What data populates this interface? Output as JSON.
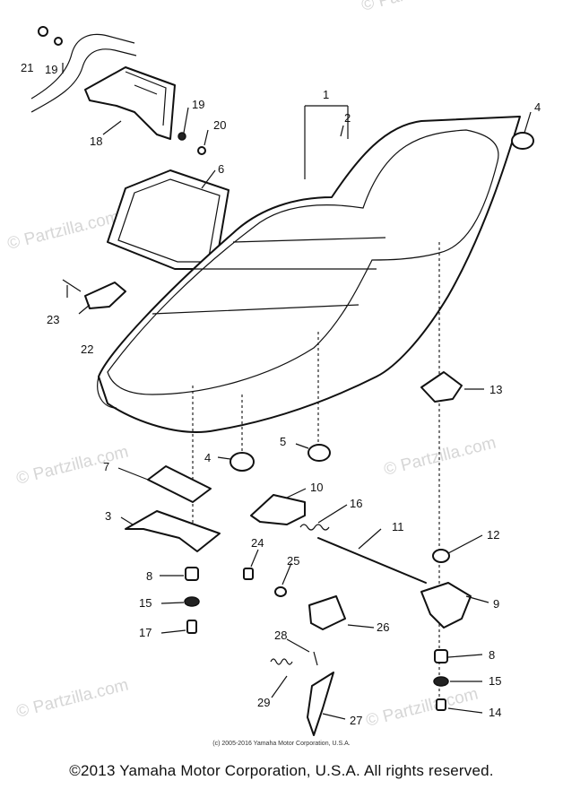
{
  "watermarks": [
    {
      "text": "© Partzilla.com"
    },
    {
      "text": "© Partzilla.com"
    },
    {
      "text": "© Partzilla.com"
    },
    {
      "text": "© Partzilla.com"
    },
    {
      "text": "© Partzilla.com"
    },
    {
      "text": "© Partzilla.com"
    }
  ],
  "callouts": {
    "c1": "1",
    "c2": "2",
    "c3": "3",
    "c4a": "4",
    "c4b": "4",
    "c5": "5",
    "c6": "6",
    "c7": "7",
    "c8a": "8",
    "c8b": "8",
    "c9": "9",
    "c10": "10",
    "c11": "11",
    "c12": "12",
    "c13": "13",
    "c14": "14",
    "c15a": "15",
    "c15b": "15",
    "c16": "16",
    "c17": "17",
    "c18": "18",
    "c19a": "19",
    "c19b": "19",
    "c20": "20",
    "c21": "21",
    "c22": "22",
    "c23": "23",
    "c24": "24",
    "c25": "25",
    "c26": "26",
    "c27": "27",
    "c28": "28",
    "c29": "29"
  },
  "small_copyright": "(c) 2005-2016 Yamaha Motor Corporation, U.S.A.",
  "footer_copyright": "©2013 Yamaha Motor Corporation, U.S.A. All rights reserved."
}
